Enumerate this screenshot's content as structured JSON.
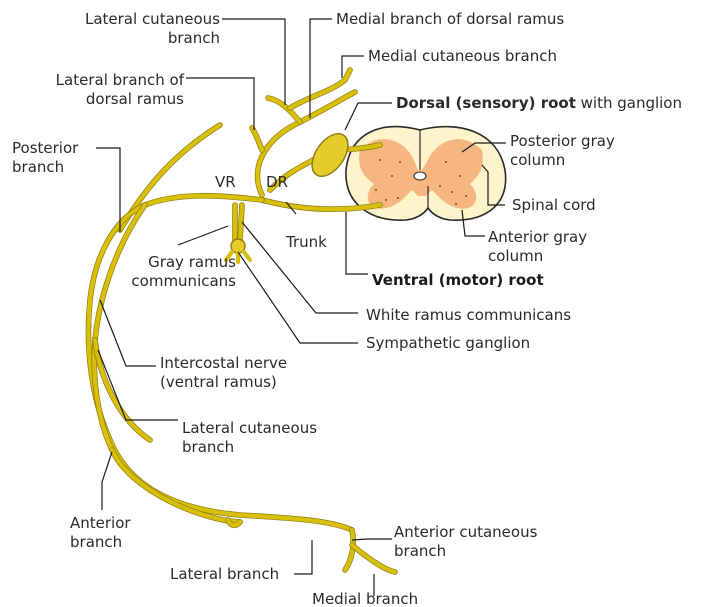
{
  "labels": {
    "lateral_cutaneous_branch_top": [
      "Lateral cutaneous",
      "branch"
    ],
    "medial_branch_dorsal_ramus": "Medial branch of dorsal ramus",
    "medial_cutaneous_branch": "Medial cutaneous branch",
    "lateral_branch_dorsal_ramus": [
      "Lateral branch of",
      "dorsal ramus"
    ],
    "dorsal_root": {
      "bold": "Dorsal (sensory) root",
      "rest": " with ganglion"
    },
    "posterior_branch": [
      "Posterior",
      "branch"
    ],
    "posterior_gray_column": [
      "Posterior gray",
      "column"
    ],
    "vr": "VR",
    "dr": "DR",
    "spinal_cord": "Spinal cord",
    "trunk": "Trunk",
    "anterior_gray_column": [
      "Anterior gray",
      "column"
    ],
    "gray_ramus_communicans": [
      "Gray ramus",
      "communicans"
    ],
    "ventral_root": "Ventral (motor) root",
    "white_ramus_communicans": "White ramus communicans",
    "sympathetic_ganglion": "Sympathetic ganglion",
    "intercostal_nerve": [
      "Intercostal nerve",
      "(ventral ramus)"
    ],
    "lateral_cutaneous_branch_mid": [
      "Lateral cutaneous",
      "branch"
    ],
    "anterior_branch": [
      "Anterior",
      "branch"
    ],
    "anterior_cutaneous_branch": [
      "Anterior cutaneous",
      "branch"
    ],
    "lateral_branch": "Lateral branch",
    "medial_branch": "Medial branch"
  },
  "colors": {
    "nerve": "#d8c00a",
    "nerve_edge": "#8a7a10",
    "white_matter": "#fdf4cc",
    "gray_matter": "#f5b27c",
    "leader": "#1a1a1a",
    "text": "#2a2a2a"
  }
}
